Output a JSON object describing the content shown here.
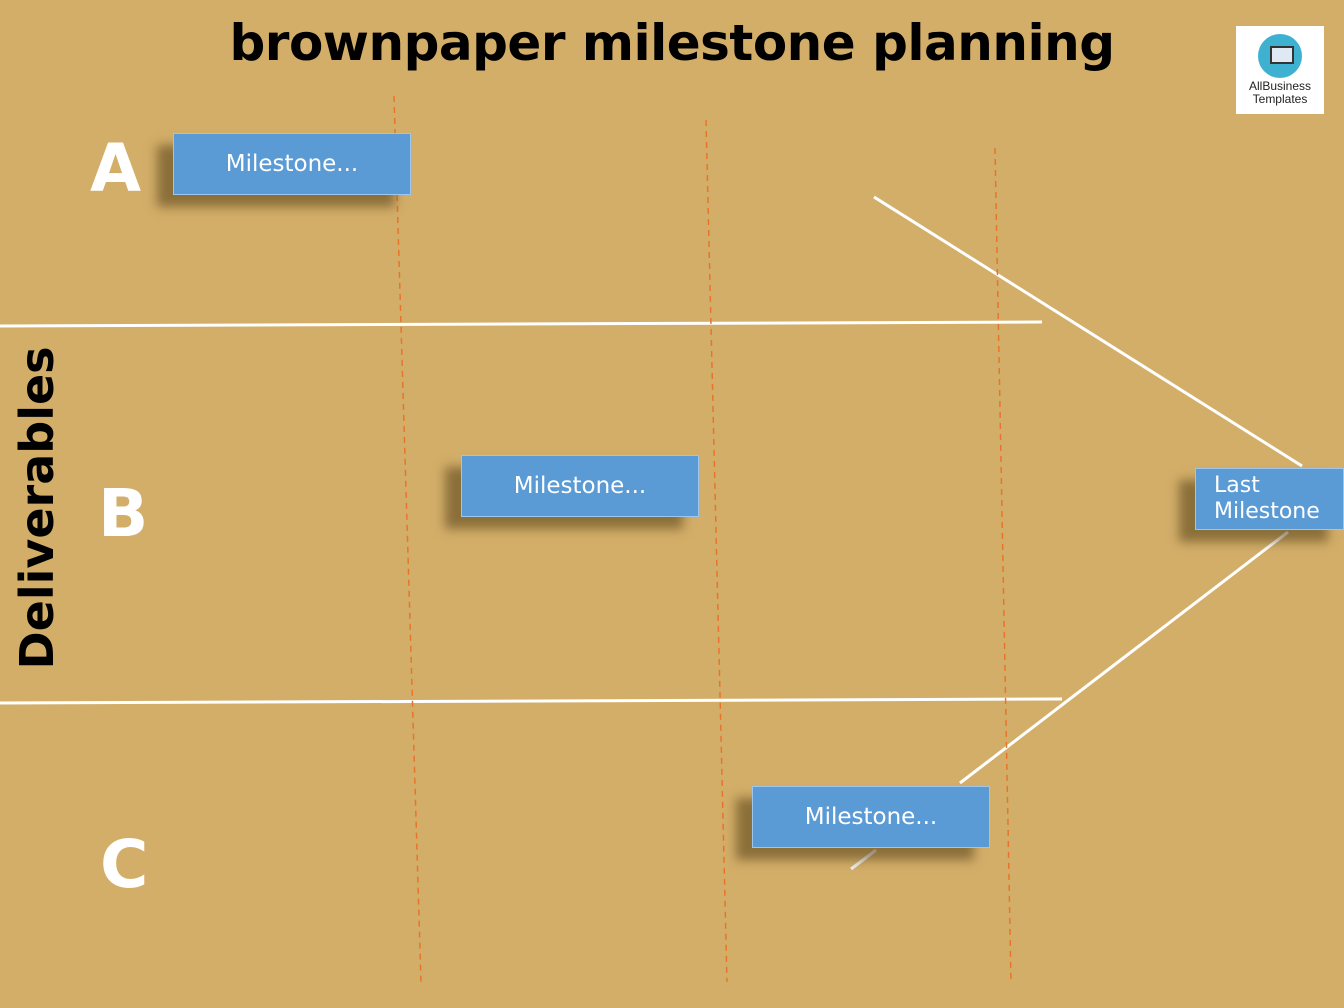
{
  "title": "brownpaper milestone planning",
  "side_label": "Deliverables",
  "rows": [
    {
      "label": "A"
    },
    {
      "label": "B"
    },
    {
      "label": "C"
    }
  ],
  "milestones": [
    {
      "label": "Milestone..."
    },
    {
      "label": "Milestone..."
    },
    {
      "label": "Milestone..."
    },
    {
      "label": "Last Milestone"
    }
  ],
  "logo": {
    "line1": "AllBusiness",
    "line2": "Templates",
    "icon": "laptop-icon"
  },
  "colors": {
    "background": "#D3AE69",
    "milestone": "#5B9BD5",
    "divider": "#FFFFFF",
    "dashed": "#E8742A"
  }
}
